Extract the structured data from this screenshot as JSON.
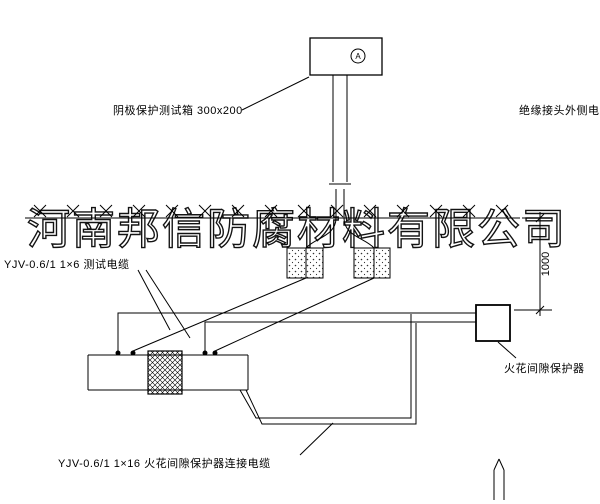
{
  "drawing": {
    "colors": {
      "line": "#000000",
      "background": "#ffffff"
    },
    "watermark": "河南邦信防腐材料有限公司",
    "labels": {
      "test_box": "阴极保护测试箱 300x200",
      "right_cable": "绝缘接头外侧电缆",
      "test_cable": "YJV-0.6/1 1×6  测试电缆",
      "spark_protector": "火花间隙保护器",
      "bottom_cable": "YJV-0.6/1 1×16  火花间隙保护器连接电缆",
      "dimension": "1000",
      "meter": "A"
    }
  }
}
